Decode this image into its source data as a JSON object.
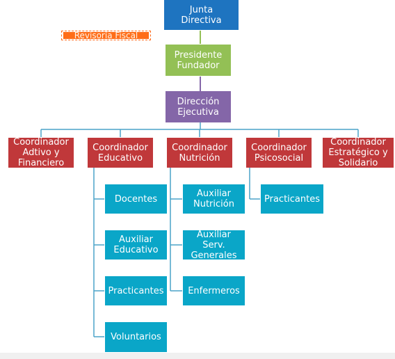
{
  "chart": {
    "top": {
      "junta": "Junta\nDirectiva",
      "revisoria": "Revisoría Fiscal",
      "presidente": "Presidente\nFundador",
      "direccion": "Dirección\nEjecutiva"
    },
    "coordinators": [
      "Coordinador\nAdtivo y\nFinanciero",
      "Coordinador\nEducativo",
      "Coordinador\nNutrición",
      "Coordinador\nPsicosocial",
      "Coordinador\nEstratégico  y\nSolidario"
    ],
    "educativo_staff": [
      "Docentes",
      "Auxiliar\nEducativo",
      "Practicantes",
      "Voluntarios"
    ],
    "nutricion_staff": [
      "Auxiliar\nNutrición",
      "Auxiliar Serv.\nGenerales",
      "Enfermeros"
    ],
    "psicosocial_staff": [
      "Practicantes"
    ]
  },
  "colors": {
    "top": "#1e74c0",
    "president": "#93c055",
    "direction": "#8466a8",
    "coordinator": "#c0383a",
    "staff": "#0aa6c8",
    "connector": "#4aa3c8",
    "revisoria": "#ff6d18"
  }
}
